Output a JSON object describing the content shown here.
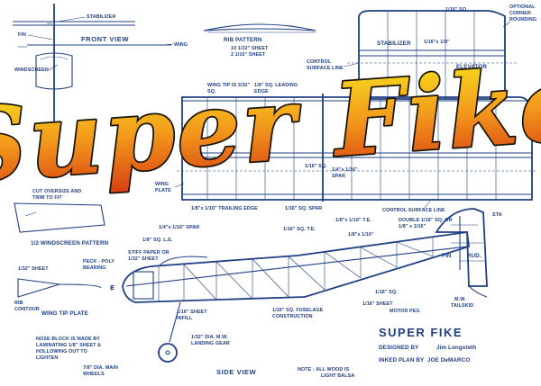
{
  "logo": {
    "text": "Super Fike",
    "colors": {
      "top": "#f8e51c",
      "mid": "#f39a1c",
      "bottom": "#d63a12",
      "stroke": "#1a1408"
    }
  },
  "colors": {
    "ink": "#1f3f86",
    "paper": "#ffffff"
  },
  "views": {
    "front": "FRONT VIEW",
    "side": "SIDE VIEW",
    "rib_pattern": "RIB PATTERN",
    "windscreen_pattern": "1/2 WINDSCREEN PATTERN",
    "wing_tip_plate": "WING TIP PLATE"
  },
  "labels": {
    "stabilizer_top": "STABILIZER",
    "fin": "FIN",
    "wing_front": "WING",
    "windscreen": "WINDSCREEN",
    "rib_spec_1": "10  1/32\" SHEET",
    "rib_spec_2": "2  1/16\" SHEET",
    "control_surface_line_top": "CONTROL",
    "control_surface_line_top_2": "SURFACE LINE",
    "wing_tip_note_1": "WING TIP IS 3/32\"",
    "wing_tip_note_2": "SQ.",
    "leading_edge_1": "1/8\" SQ. LEADING",
    "leading_edge_2": "EDGE",
    "stabilizer_plan": "STABILIZER",
    "elevator": "ELEVATOR",
    "sq_1_16_top": "1/16\" SQ.",
    "sq_1_16_x_1_8": "1/16\"x 1/8\"",
    "corner_1": "OPTIONAL",
    "corner_2": "CORNER",
    "corner_3": "ROUNDING",
    "rib_1_32": "1/32\"",
    "rib_word": "RIB",
    "wing_plate_1": "WING",
    "wing_plate_2": "PLATE",
    "sq_1_16_spar": "1/16\" SQ.",
    "spar_1_4": "1/4\"x 1/16\"",
    "spar_word": "SPAR",
    "trailing_edge": "1/8\"x 1/16\" TRAILING EDGE",
    "sq_spar": "1/16\" SQ. SPAR",
    "control_surface_line": "CONTROL SURFACE LINE",
    "double_1": "DOUBLE 1/16\" SQ. OR",
    "double_2": "1/8\" x 1/16\"",
    "sta": "STA",
    "cut_oversize_1": "CUT OVERSIZE AND",
    "cut_oversize_2": "TRIM TO FIT",
    "spar_1_4_b": "1/4\"x 1/16\" SPAR",
    "sq_le": "1/8\" SQ. L.E.",
    "sq_te": "1/16\" SQ. T.E.",
    "te_1_8": "1/8\"x 1/16\" T.E.",
    "side_1_8": "1/8\"x 1/16\"",
    "fin_rud_1": "FIN",
    "fin_rud_2": "RUD.",
    "sheet_1_32": "1/32\" SHEET",
    "peck_poly_1": "PECK - POLY",
    "peck_poly_2": "BEARING",
    "stiff_paper_1": "STIFF PAPER OR",
    "stiff_paper_2": "1/32\" SHEET",
    "rib_contour_1": "RIB",
    "rib_contour_2": "CONTOUR",
    "cl_mark": "Ɇ",
    "sheet_infill_1": "1/16\" SHEET",
    "sheet_infill_2": "INFILL",
    "fuselage_1": "1/16\" SQ. FUSELAGE",
    "fuselage_2": "CONSTRUCTION",
    "sq_lower": "1/16\" SQ.",
    "sheet_lower": "1/16\" SHEET",
    "motor_peg": "MOTOR PEG",
    "mw_1": "M.W.",
    "mw_2": "TAILSKID",
    "nose_1": "NOSE BLOCK IS MADE BY",
    "nose_2": "LAMINATING 1/8\" SHEET &",
    "nose_3": "HOLLOWING OUT TO",
    "nose_4": "LIGHTEN",
    "gear_1": "1/32\" DIA. M.W.",
    "gear_2": "LANDING GEAR",
    "wheels_1": "7/8\" DIA. MAIN",
    "wheels_2": "WHEELS",
    "note_1": "NOTE : ALL WOOD IS",
    "note_2": "LIGHT BALSA"
  },
  "title_block": {
    "title": "SUPER  FIKE",
    "designed_by_label": "DESIGNED  BY",
    "designer": "Jim Longsteth",
    "inked_label": "INKED PLAN BY",
    "inker": "JOE  DeMARCO"
  }
}
